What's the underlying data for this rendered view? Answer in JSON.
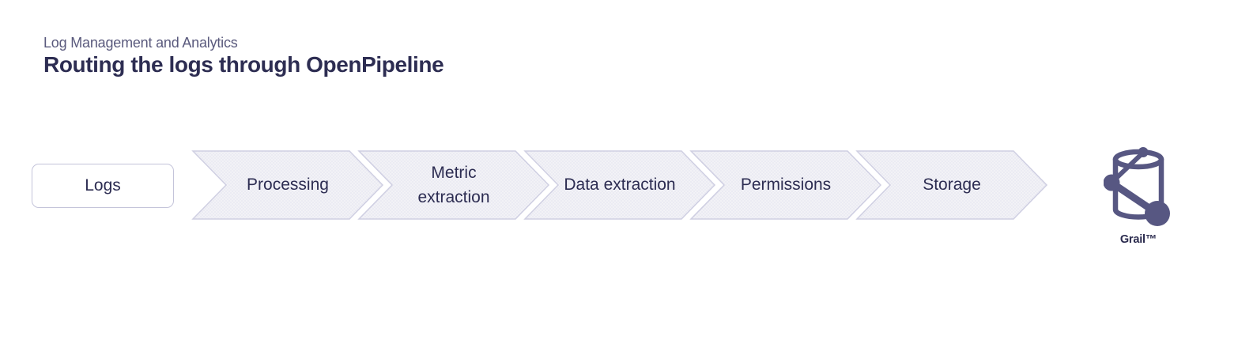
{
  "header": {
    "eyebrow": "Log Management and Analytics",
    "title": "Routing the logs through OpenPipeline"
  },
  "pipeline": {
    "source": {
      "label": "Logs"
    },
    "stages": [
      {
        "label": "Processing"
      },
      {
        "label": "Metric extraction"
      },
      {
        "label": "Data extraction"
      },
      {
        "label": "Permissions"
      },
      {
        "label": "Storage"
      }
    ],
    "destination": {
      "label": "Grail™",
      "icon": "grail-database-network-icon"
    }
  },
  "colors": {
    "background": "#ffffff",
    "title_text": "#2d2d52",
    "eyebrow_text": "#5a5a7d",
    "stage_fill": "#e8e8f1",
    "stage_border": "#cfcfe2",
    "source_border": "#c4c4da",
    "grail_icon": "#575782"
  }
}
